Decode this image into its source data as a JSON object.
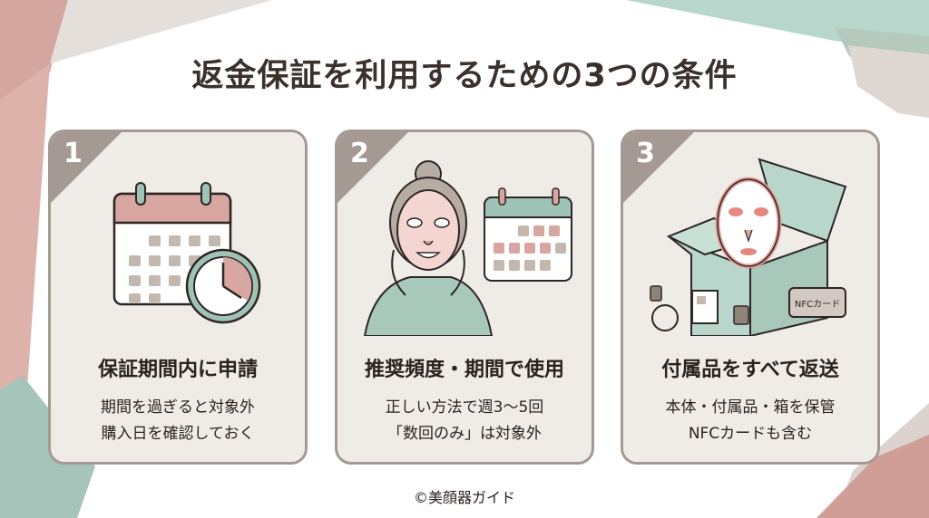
{
  "title": "返金保証を利用するための3つの条件",
  "cards": [
    {
      "number": "1",
      "heading": "保証期間内に申請",
      "lines": [
        "期間を過ぎると対象外",
        "購入日を確認しておく"
      ],
      "illustration": "calendar-clock"
    },
    {
      "number": "2",
      "heading": "推奨頻度・期間で使用",
      "lines": [
        "正しい方法で週3〜5回",
        "「数回のみ」は対象外"
      ],
      "illustration": "woman-led-mask-calendar"
    },
    {
      "number": "3",
      "heading": "付属品をすべて返送",
      "lines": [
        "本体・付属品・箱を保管",
        "NFCカードも含む"
      ],
      "illustration": "box-mask-accessories",
      "nfc_label": "NFCカード"
    }
  ],
  "credit": "©美顔器ガイド",
  "colors": {
    "card_bg": "#efece7",
    "card_border": "#a59a93",
    "accent_pink": "#d7a6a0",
    "accent_green": "#9fc3b6",
    "text": "#2a2220"
  }
}
